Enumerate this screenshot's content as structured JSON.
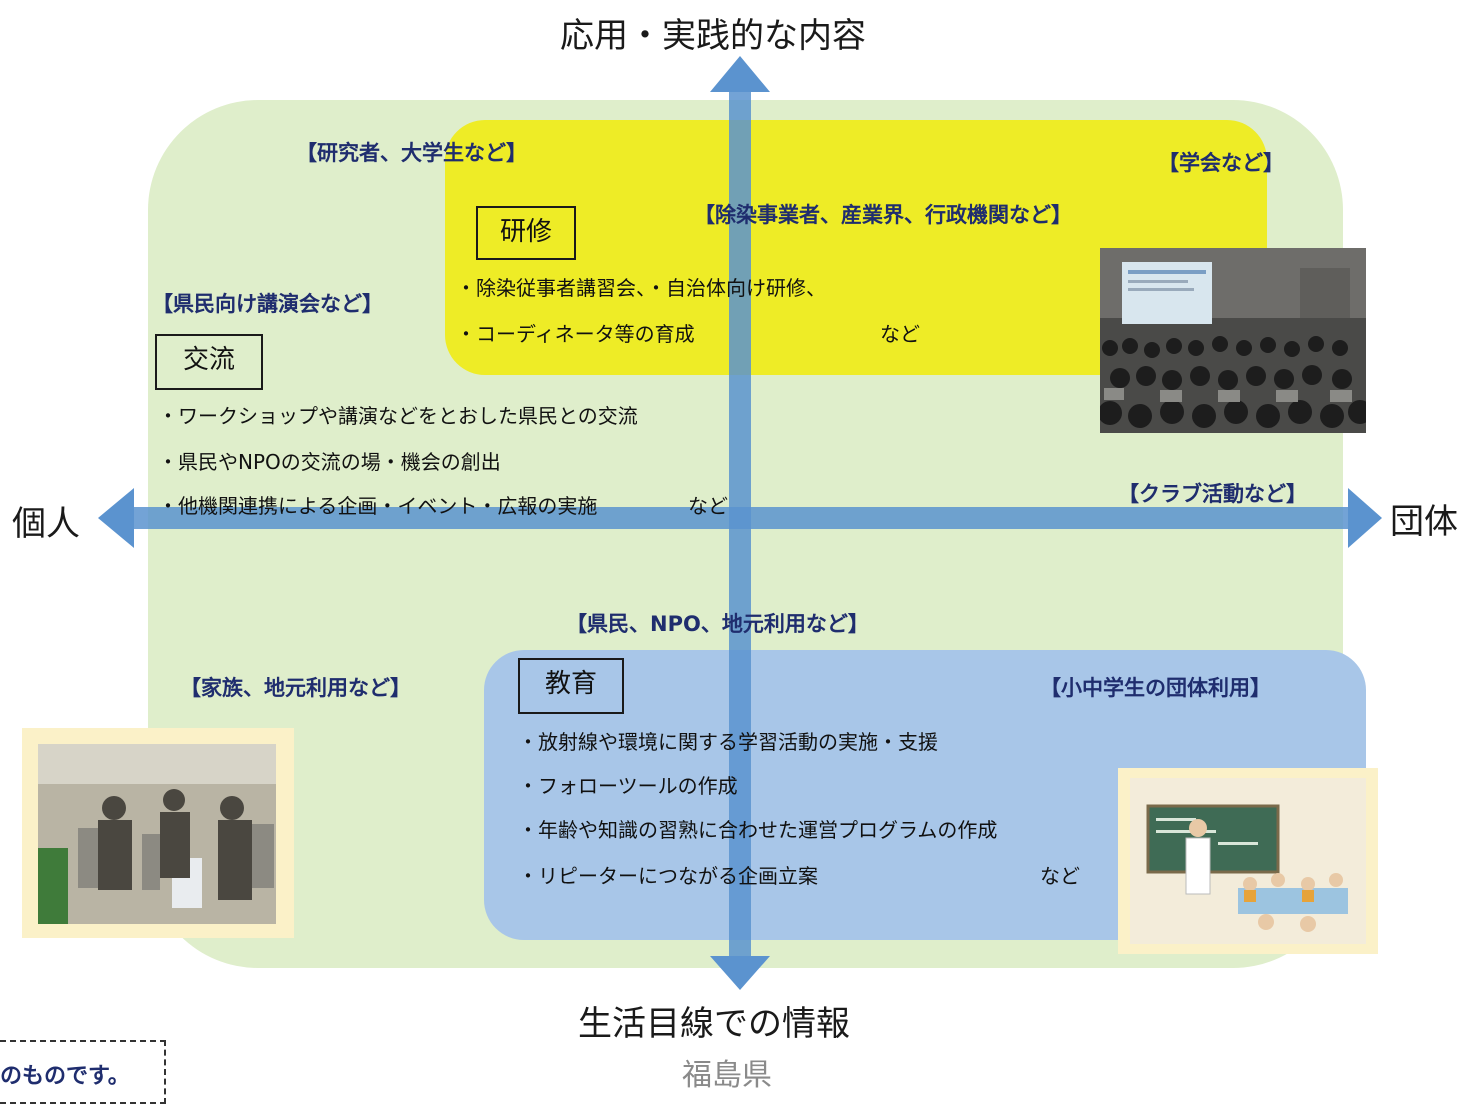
{
  "axes": {
    "top": "応用・実践的な内容",
    "bottom": "生活目線での情報",
    "left": "個人",
    "right": "団体"
  },
  "training": {
    "label": "研修",
    "tag_top_left": "【研究者、大学生など】",
    "tag_top_right": "【学会など】",
    "tag_mid": "【除染事業者、産業界、行政機関など】",
    "bullets": [
      "・除染従事者講習会、・自治体向け研修、",
      "・コーディネータ等の育成"
    ],
    "etc": "など"
  },
  "exchange": {
    "label": "交流",
    "tag": "【県民向け講演会など】",
    "bullets": [
      "・ワークショップや講演などをとおした県民との交流",
      "・県民やNPOの交流の場・機会の創出",
      "・他機関連携による企画・イベント・広報の実施"
    ],
    "etc": "など",
    "tag_club": "【クラブ活動など】"
  },
  "education": {
    "label": "教育",
    "tag_top": "【県民、NPO、地元利用など】",
    "tag_left": "【家族、地元利用など】",
    "tag_right": "【小中学生の団体利用】",
    "bullets": [
      "・放射線や環境に関する学習活動の実施・支援",
      "・フォローツールの作成",
      "・年齢や知識の習熟に合わせた運営プログラムの作成",
      "・リピーターにつながる企画立案"
    ],
    "etc": "など"
  },
  "note": "のものです。",
  "footer": "福島県",
  "colors": {
    "green_bg": "#dfeecb",
    "yellow_box": "#eeec26",
    "blue_box": "#a8c6e8",
    "arrow": "#5b93cf",
    "tag_text": "#1f2d6e"
  },
  "images": [
    "lecture-hall-photo",
    "visitors-photo",
    "classroom-illustration"
  ]
}
